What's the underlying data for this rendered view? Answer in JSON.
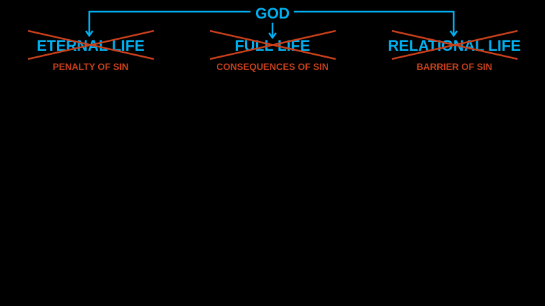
{
  "colors": {
    "accent": "#00b0f0",
    "cross": "#c9401a"
  },
  "root": {
    "label": "GOD"
  },
  "nodes": [
    {
      "label": "ETERNAL LIFE",
      "sub": "PENALTY OF SIN"
    },
    {
      "label": "FULL LIFE",
      "sub": "CONSEQUENCES OF SIN"
    },
    {
      "label": "RELATIONAL LIFE",
      "sub": "BARRIER OF SIN"
    }
  ]
}
